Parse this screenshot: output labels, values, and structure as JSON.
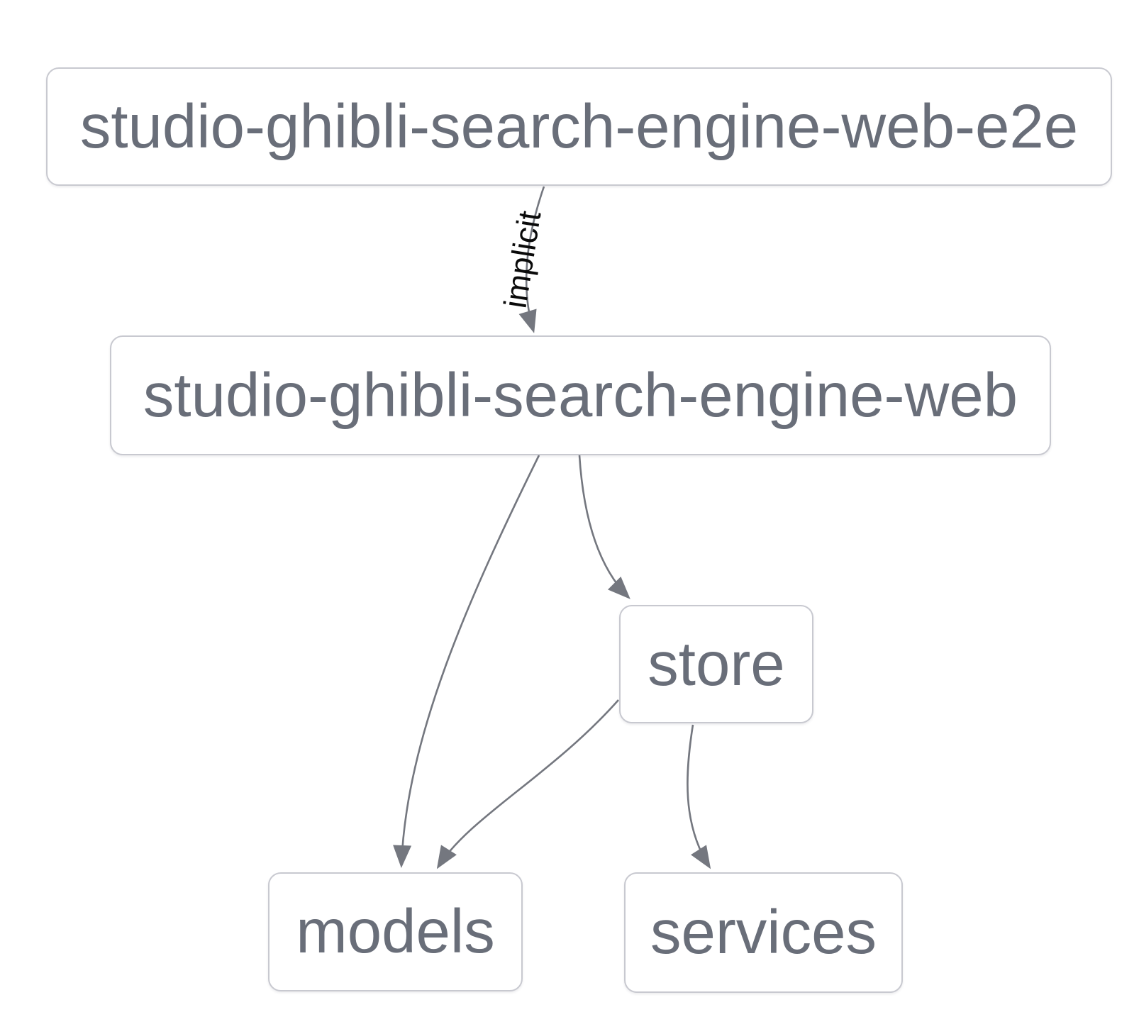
{
  "graph": {
    "type": "dependency-graph",
    "nodes": [
      {
        "id": "studio-ghibli-search-engine-web-e2e",
        "label": "studio-ghibli-search-engine-web-e2e"
      },
      {
        "id": "studio-ghibli-search-engine-web",
        "label": "studio-ghibli-search-engine-web"
      },
      {
        "id": "store",
        "label": "store"
      },
      {
        "id": "models",
        "label": "models"
      },
      {
        "id": "services",
        "label": "services"
      }
    ],
    "edges": [
      {
        "from": "studio-ghibli-search-engine-web-e2e",
        "to": "studio-ghibli-search-engine-web",
        "label": "implicit"
      },
      {
        "from": "studio-ghibli-search-engine-web",
        "to": "models",
        "label": ""
      },
      {
        "from": "studio-ghibli-search-engine-web",
        "to": "store",
        "label": ""
      },
      {
        "from": "store",
        "to": "models",
        "label": ""
      },
      {
        "from": "store",
        "to": "services",
        "label": ""
      }
    ],
    "colors": {
      "background": "#ffffff",
      "node_fill": "#ffffff",
      "node_border": "#c8c9d0",
      "node_text": "#696e79",
      "edge_stroke": "#74777f",
      "edge_label_text": "#0a0a0a"
    }
  }
}
